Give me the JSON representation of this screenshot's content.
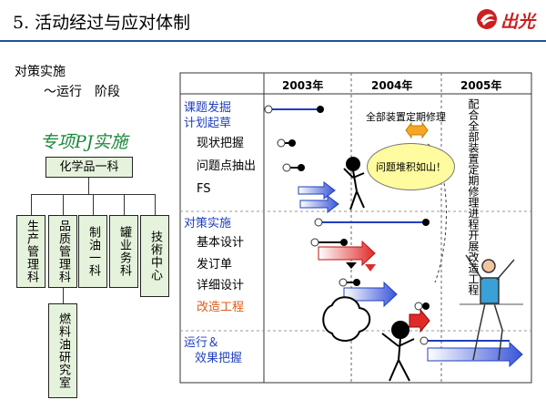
{
  "title": "5. 活动经过与应对体制",
  "left": {
    "line1": "对策实施",
    "line2": "～运行　阶段",
    "pj_title": "专项PJ实施"
  },
  "org": {
    "top": "化学品一科",
    "departments": [
      "生产管理科",
      "品质管理科",
      "制油一科",
      "罐业务科",
      "技術中心"
    ],
    "sub": "燃料油研究室"
  },
  "gantt": {
    "years": [
      "2003年",
      "2004年",
      "2005年"
    ],
    "sections": [
      {
        "label_lines": [
          "课题发掘",
          "计划起草"
        ],
        "color": "#1f3fbf"
      },
      {
        "label_lines": [
          "对策实施"
        ],
        "color": "#1f3fbf"
      },
      {
        "label_lines": [
          "运行＆",
          "效果把握"
        ],
        "color": "#1f3fbf"
      }
    ],
    "tasks": [
      "现状把握",
      "问题点抽出",
      "FS",
      "基本设计",
      "发订单",
      "详细设计",
      "改造工程"
    ],
    "highlight_color": "#e05a1a"
  },
  "notes": {
    "repair": "全部装置定期修理",
    "bubble": "问题堆积如山！",
    "vertical": "配合全部装置定期修理进程开展改造工程"
  },
  "logo": {
    "text": "出光",
    "color": "#cc1f1f"
  }
}
